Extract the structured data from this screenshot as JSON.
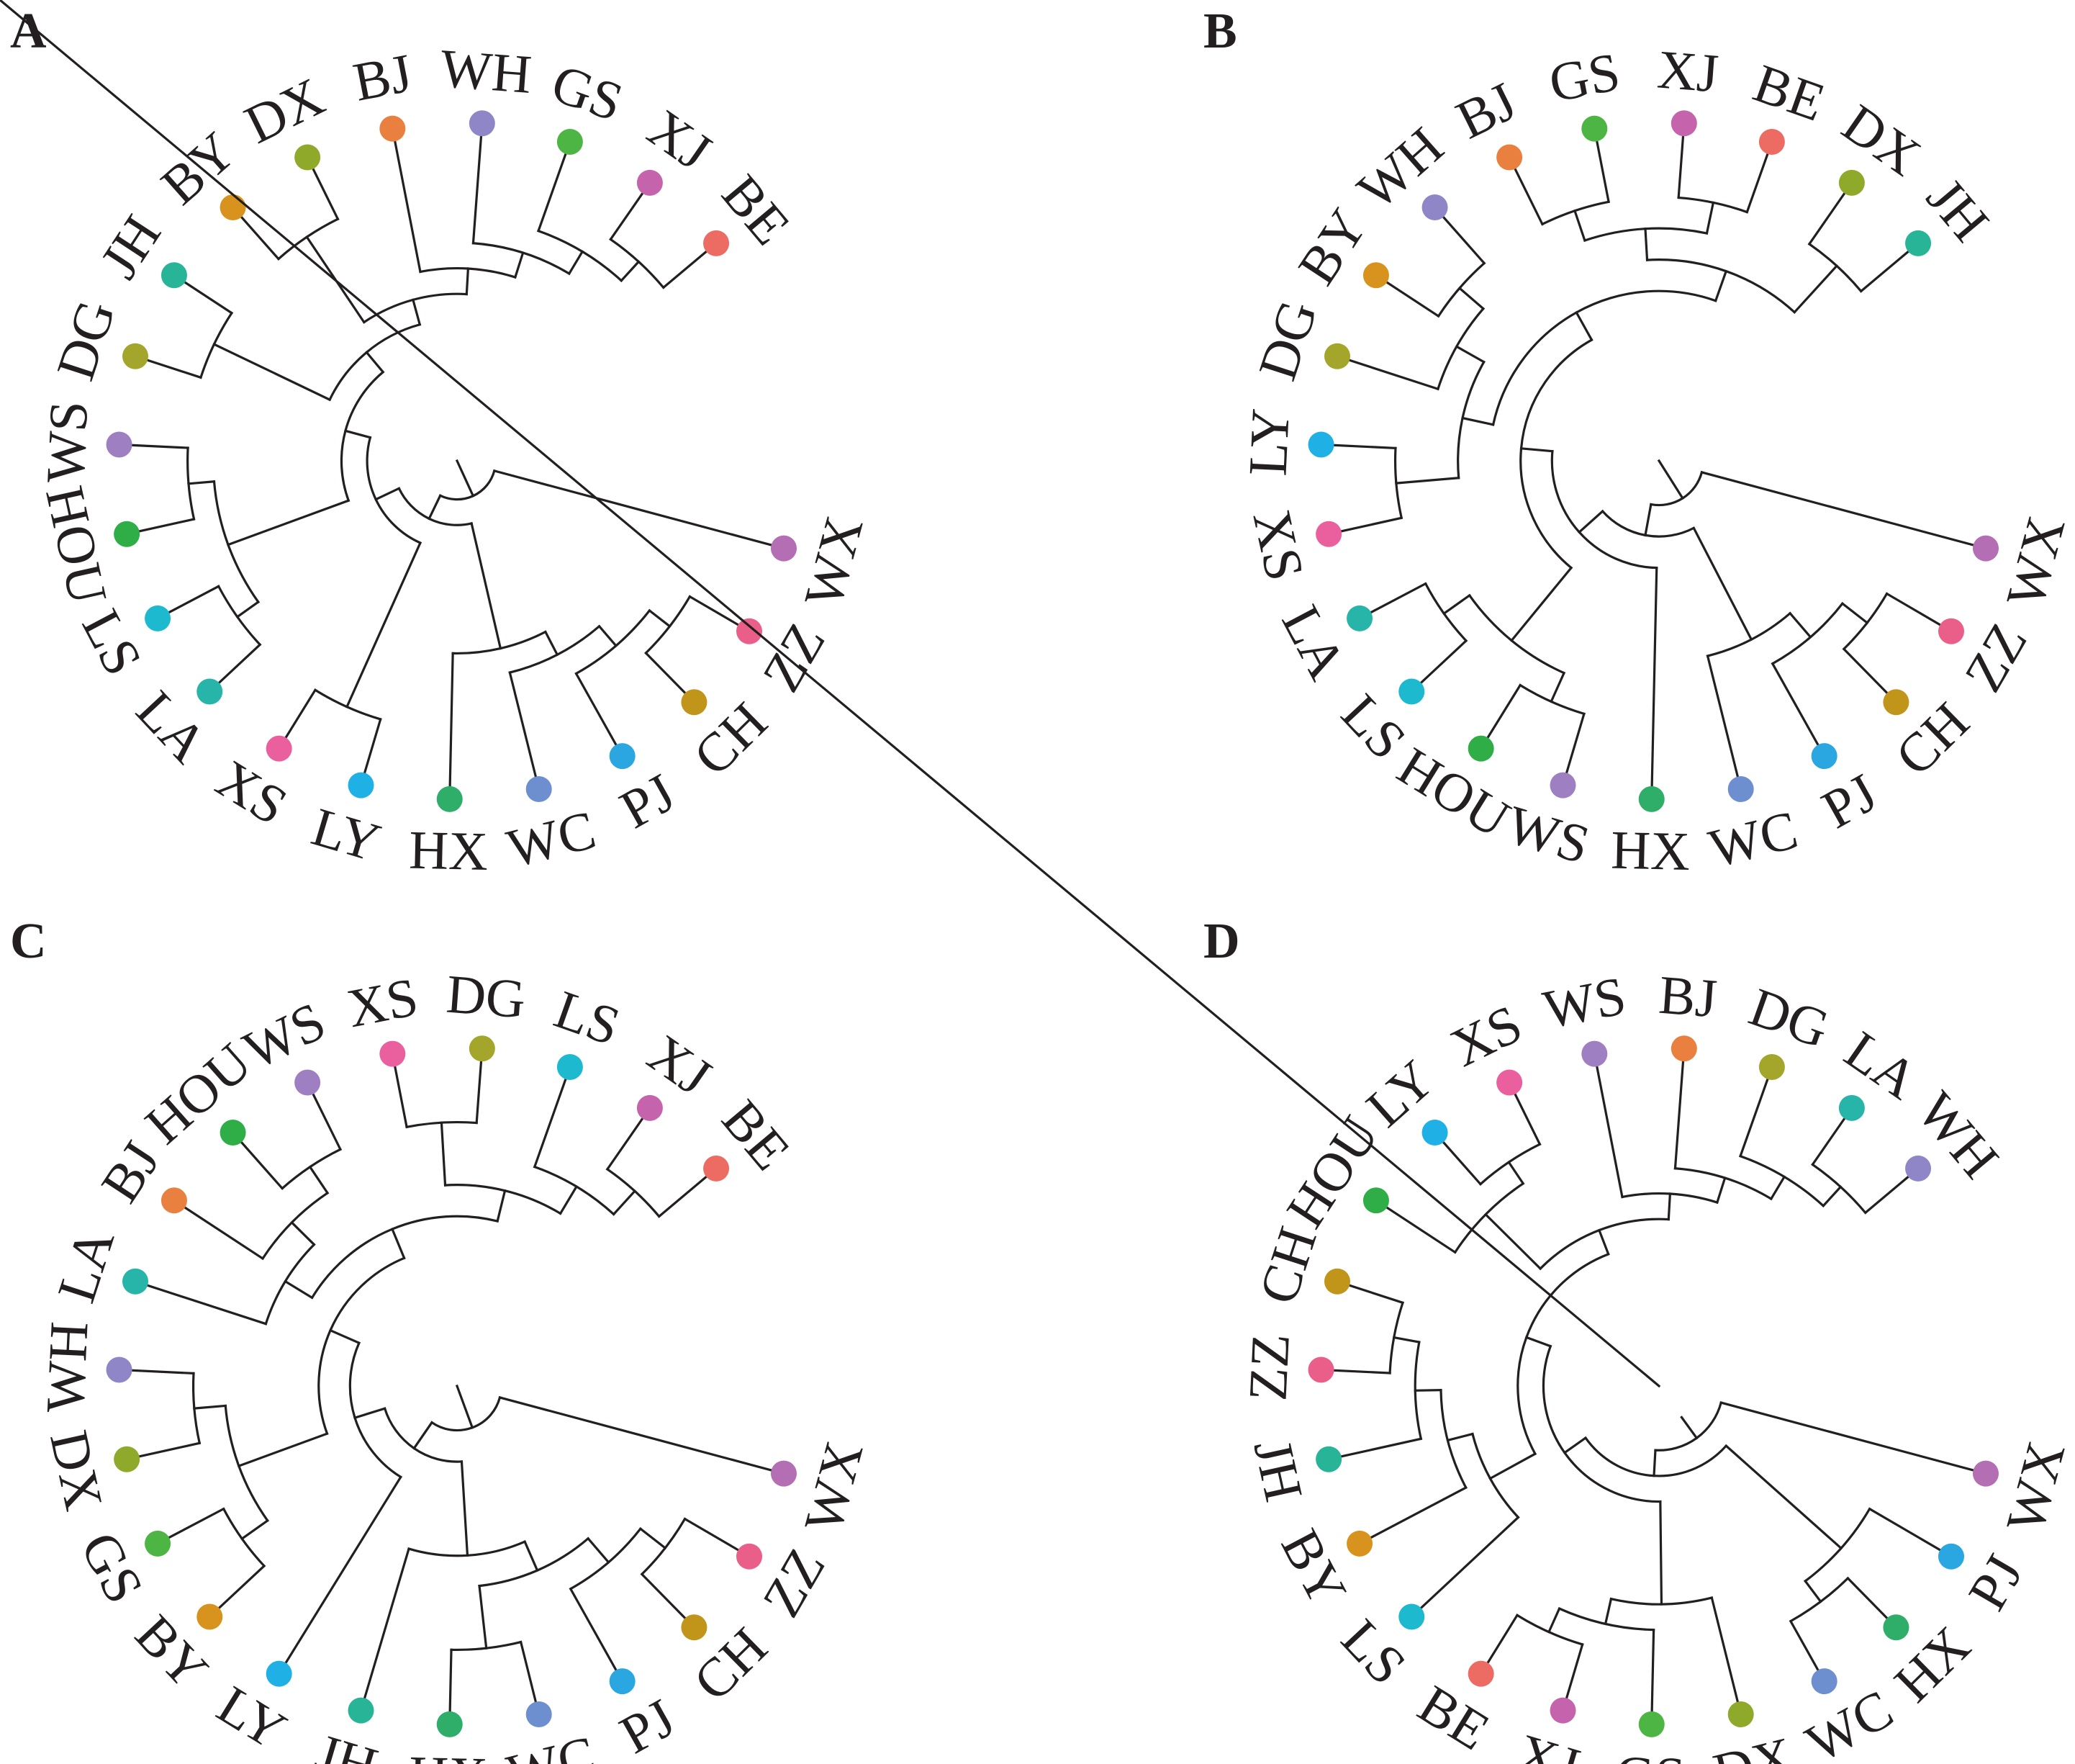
{
  "colors": {
    "WX": "#b46eb4",
    "ZZ": "#ea5f8a",
    "CH": "#c0951a",
    "PJ": "#2aa6e0",
    "WC": "#6d8fcf",
    "HX": "#2fae6a",
    "LY": "#1fb0e6",
    "XS": "#ea5f9d",
    "LA": "#27b5a9",
    "LS": "#1cb9cf",
    "HOU": "#2fae47",
    "WS": "#9d7fc2",
    "DG": "#a4a52b",
    "JH": "#27b497",
    "BY": "#d7931d",
    "DX": "#8fa92a",
    "BJ": "#ea8040",
    "WH": "#8e86c6",
    "GS": "#4cb543",
    "XJ": "#c564ac",
    "BE": "#ec6c64"
  },
  "panels": [
    {
      "letter": "A",
      "tips": [
        "WX",
        "ZZ",
        "CH",
        "PJ",
        "WC",
        "HX",
        "LY",
        "XS",
        "LA",
        "LS",
        "HOU",
        "WS",
        "DG",
        "JH",
        "BY",
        "DX",
        "BJ",
        "WH",
        "GS",
        "XJ",
        "BE"
      ],
      "tree": [
        [
          [
            [
              [
                [
                  "ZZ",
                  "CH"
                ],
                "PJ"
              ],
              "WC"
            ],
            "HX"
          ],
          [
            [
              "LY",
              "XS"
            ],
            [
              [
                [
                  "LA",
                  "LS"
                ],
                [
                  "HOU",
                  "WS"
                ]
              ],
              [
                [
                  "DG",
                  "JH"
                ],
                [
                  [
                    "BY",
                    "DX"
                  ],
                  [
                    "BJ",
                    [
                      "WH",
                      [
                        "GS",
                        [
                          "XJ",
                          "BE"
                        ]
                      ]
                    ]
                  ]
                ]
              ]
            ]
          ]
        ],
        "WX"
      ]
    },
    {
      "letter": "B",
      "tips": [
        "WX",
        "ZZ",
        "CH",
        "PJ",
        "WC",
        "HX",
        "WS",
        "HOU",
        "LS",
        "LA",
        "XS",
        "LY",
        "DG",
        "BY",
        "WH",
        "BJ",
        "GS",
        "XJ",
        "BE",
        "DX",
        "JH"
      ],
      "tree": [
        [
          [
            [
              [
                "ZZ",
                "CH"
              ],
              "PJ"
            ],
            "WC"
          ],
          [
            "HX",
            [
              [
                [
                  "WS",
                  "HOU"
                ],
                [
                  "LS",
                  "LA"
                ]
              ],
              [
                [
                  [
                    "XS",
                    "LY"
                  ],
                  [
                    "DG",
                    [
                      "BY",
                      "WH"
                    ]
                  ]
                ],
                [
                  [
                    [
                      "BJ",
                      "GS"
                    ],
                    [
                      "XJ",
                      "BE"
                    ]
                  ],
                  [
                    "DX",
                    "JH"
                  ]
                ]
              ]
            ]
          ]
        ],
        "WX"
      ]
    },
    {
      "letter": "C",
      "tips": [
        "WX",
        "ZZ",
        "CH",
        "PJ",
        "WC",
        "HX",
        "JH",
        "LY",
        "BY",
        "GS",
        "DX",
        "WH",
        "LA",
        "BJ",
        "HOU",
        "WS",
        "XS",
        "DG",
        "LS",
        "XJ",
        "BE"
      ],
      "tree": [
        [
          [
            [
              [
                [
                  "ZZ",
                  "CH"
                ],
                "PJ"
              ],
              [
                "WC",
                "HX"
              ]
            ],
            "JH"
          ],
          [
            "LY",
            [
              [
                [
                  "BY",
                  "GS"
                ],
                [
                  "DX",
                  "WH"
                ]
              ],
              [
                [
                  "LA",
                  [
                    "BJ",
                    [
                      "HOU",
                      "WS"
                    ]
                  ]
                ],
                [
                  [
                    "XS",
                    "DG"
                  ],
                  [
                    "LS",
                    [
                      "XJ",
                      "BE"
                    ]
                  ]
                ]
              ]
            ]
          ]
        ],
        "WX"
      ]
    },
    {
      "letter": "D",
      "tips": [
        "WX",
        "PJ",
        "HX",
        "WC",
        "DX",
        "GS",
        "XJ",
        "BE",
        "LS",
        "BY",
        "JH",
        "ZZ",
        "CH",
        "HOU",
        "LY",
        "XS",
        "WS",
        "BJ",
        "DG",
        "LA",
        "WH"
      ],
      "tree": [
        [
          [
            [
              [
                "HX",
                "WC"
              ],
              "PJ"
            ],
            [
              [
                "DX",
                [
                  "GS",
                  [
                    "XJ",
                    "BE"
                  ]
                ]
              ],
              [
                [
                  "LS",
                  [
                    "BY",
                    [
                      "JH",
                      [
                        "ZZ",
                        "CH"
                      ]
                    ]
                  ]
                ],
                [
                  [
                    "HOU",
                    [
                      "LY",
                      "XS"
                    ]
                  ],
                  [
                    "WS",
                    [
                      "BJ",
                      [
                        "DG",
                        [
                          "LA",
                          "WH"
                        ]
                      ]
                    ]
                  ]
                ]
              ]
            ]
          ],
          "WX"
        ]
      ]
    }
  ]
}
